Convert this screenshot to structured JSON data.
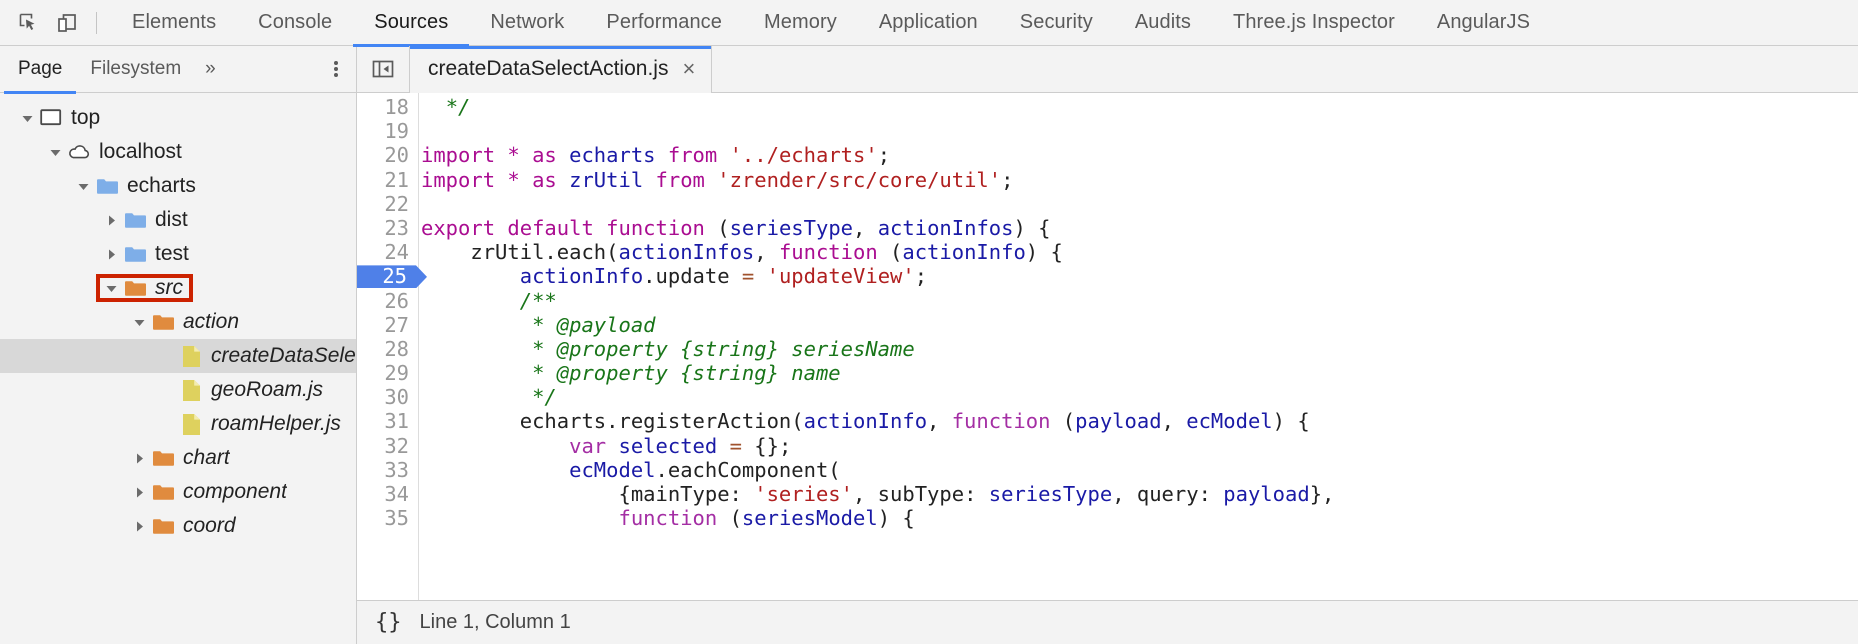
{
  "toolbar": {
    "inspect_icon": "inspect-cursor-icon",
    "device_icon": "device-toolbar-icon",
    "tabs": [
      {
        "label": "Elements",
        "active": false
      },
      {
        "label": "Console",
        "active": false
      },
      {
        "label": "Sources",
        "active": true
      },
      {
        "label": "Network",
        "active": false
      },
      {
        "label": "Performance",
        "active": false
      },
      {
        "label": "Memory",
        "active": false
      },
      {
        "label": "Application",
        "active": false
      },
      {
        "label": "Security",
        "active": false
      },
      {
        "label": "Audits",
        "active": false
      },
      {
        "label": "Three.js Inspector",
        "active": false
      },
      {
        "label": "AngularJS",
        "active": false
      }
    ]
  },
  "navigator": {
    "tabs": [
      {
        "label": "Page",
        "active": true
      },
      {
        "label": "Filesystem",
        "active": false
      }
    ],
    "more_label": "»",
    "kebab_icon": "more-options-icon",
    "tree": [
      {
        "label": "top",
        "depth": 0,
        "icon": "frame-icon",
        "twist": "open",
        "italic": false,
        "selected": false,
        "highlight": false
      },
      {
        "label": "localhost",
        "depth": 1,
        "icon": "cloud-icon",
        "twist": "open",
        "italic": false,
        "selected": false,
        "highlight": false
      },
      {
        "label": "echarts",
        "depth": 2,
        "icon": "folder-blue-icon",
        "twist": "open",
        "italic": false,
        "selected": false,
        "highlight": false
      },
      {
        "label": "dist",
        "depth": 3,
        "icon": "folder-blue-icon",
        "twist": "closed",
        "italic": false,
        "selected": false,
        "highlight": false
      },
      {
        "label": "test",
        "depth": 3,
        "icon": "folder-blue-icon",
        "twist": "closed",
        "italic": false,
        "selected": false,
        "highlight": false
      },
      {
        "label": "src",
        "depth": 3,
        "icon": "folder-orange-icon",
        "twist": "open",
        "italic": true,
        "selected": false,
        "highlight": true
      },
      {
        "label": "action",
        "depth": 4,
        "icon": "folder-orange-icon",
        "twist": "open",
        "italic": true,
        "selected": false,
        "highlight": false
      },
      {
        "label": "createDataSelectAction.js",
        "depth": 5,
        "icon": "file-js-icon",
        "twist": "none",
        "italic": true,
        "selected": true,
        "highlight": false
      },
      {
        "label": "geoRoam.js",
        "depth": 5,
        "icon": "file-js-icon",
        "twist": "none",
        "italic": true,
        "selected": false,
        "highlight": false
      },
      {
        "label": "roamHelper.js",
        "depth": 5,
        "icon": "file-js-icon",
        "twist": "none",
        "italic": true,
        "selected": false,
        "highlight": false
      },
      {
        "label": "chart",
        "depth": 4,
        "icon": "folder-orange-icon",
        "twist": "closed",
        "italic": true,
        "selected": false,
        "highlight": false
      },
      {
        "label": "component",
        "depth": 4,
        "icon": "folder-orange-icon",
        "twist": "closed",
        "italic": true,
        "selected": false,
        "highlight": false
      },
      {
        "label": "coord",
        "depth": 4,
        "icon": "folder-orange-icon",
        "twist": "closed",
        "italic": true,
        "selected": false,
        "highlight": false
      }
    ]
  },
  "editor": {
    "panel_icon": "show-navigator-panel-icon",
    "tab_filename": "createDataSelectAction.js",
    "close_label": "×",
    "breakpoint_line": 25,
    "first_line_number": 18,
    "lines": [
      {
        "n": 18,
        "tokens": [
          {
            "t": "  ",
            "c": "plain"
          },
          {
            "t": "*/",
            "c": "cmt"
          }
        ]
      },
      {
        "n": 19,
        "tokens": []
      },
      {
        "n": 20,
        "tokens": [
          {
            "t": "import",
            "c": "kw"
          },
          {
            "t": " ",
            "c": "plain"
          },
          {
            "t": "*",
            "c": "kw"
          },
          {
            "t": " ",
            "c": "plain"
          },
          {
            "t": "as",
            "c": "kw"
          },
          {
            "t": " ",
            "c": "plain"
          },
          {
            "t": "echarts",
            "c": "var"
          },
          {
            "t": " ",
            "c": "plain"
          },
          {
            "t": "from",
            "c": "kw"
          },
          {
            "t": " ",
            "c": "plain"
          },
          {
            "t": "'../echarts'",
            "c": "str"
          },
          {
            "t": ";",
            "c": "plain"
          }
        ]
      },
      {
        "n": 21,
        "tokens": [
          {
            "t": "import",
            "c": "kw"
          },
          {
            "t": " ",
            "c": "plain"
          },
          {
            "t": "*",
            "c": "kw"
          },
          {
            "t": " ",
            "c": "plain"
          },
          {
            "t": "as",
            "c": "kw"
          },
          {
            "t": " ",
            "c": "plain"
          },
          {
            "t": "zrUtil",
            "c": "var"
          },
          {
            "t": " ",
            "c": "plain"
          },
          {
            "t": "from",
            "c": "kw"
          },
          {
            "t": " ",
            "c": "plain"
          },
          {
            "t": "'zrender/src/core/util'",
            "c": "str"
          },
          {
            "t": ";",
            "c": "plain"
          }
        ]
      },
      {
        "n": 22,
        "tokens": []
      },
      {
        "n": 23,
        "tokens": [
          {
            "t": "export",
            "c": "kw"
          },
          {
            "t": " ",
            "c": "plain"
          },
          {
            "t": "default",
            "c": "kw"
          },
          {
            "t": " ",
            "c": "plain"
          },
          {
            "t": "function",
            "c": "kw"
          },
          {
            "t": " (",
            "c": "plain"
          },
          {
            "t": "seriesType",
            "c": "var"
          },
          {
            "t": ", ",
            "c": "plain"
          },
          {
            "t": "actionInfos",
            "c": "var"
          },
          {
            "t": ") {",
            "c": "plain"
          }
        ]
      },
      {
        "n": 24,
        "tokens": [
          {
            "t": "    zrUtil.each(",
            "c": "plain"
          },
          {
            "t": "actionInfos",
            "c": "var"
          },
          {
            "t": ", ",
            "c": "plain"
          },
          {
            "t": "function",
            "c": "kw"
          },
          {
            "t": " (",
            "c": "plain"
          },
          {
            "t": "actionInfo",
            "c": "var"
          },
          {
            "t": ") {",
            "c": "plain"
          }
        ]
      },
      {
        "n": 25,
        "tokens": [
          {
            "t": "        ",
            "c": "plain"
          },
          {
            "t": "actionInfo",
            "c": "var"
          },
          {
            "t": ".update ",
            "c": "plain"
          },
          {
            "t": "=",
            "c": "op"
          },
          {
            "t": " ",
            "c": "plain"
          },
          {
            "t": "'updateView'",
            "c": "str"
          },
          {
            "t": ";",
            "c": "plain"
          }
        ]
      },
      {
        "n": 26,
        "tokens": [
          {
            "t": "        /**",
            "c": "cmt"
          }
        ]
      },
      {
        "n": 27,
        "tokens": [
          {
            "t": "         * @payload",
            "c": "cmt"
          }
        ]
      },
      {
        "n": 28,
        "tokens": [
          {
            "t": "         * @property {string} seriesName",
            "c": "cmt"
          }
        ]
      },
      {
        "n": 29,
        "tokens": [
          {
            "t": "         * @property {string} name",
            "c": "cmt"
          }
        ]
      },
      {
        "n": 30,
        "tokens": [
          {
            "t": "         */",
            "c": "cmt"
          }
        ]
      },
      {
        "n": 31,
        "tokens": [
          {
            "t": "        echarts.registerAction(",
            "c": "plain"
          },
          {
            "t": "actionInfo",
            "c": "var"
          },
          {
            "t": ", ",
            "c": "plain"
          },
          {
            "t": "function",
            "c": "kw2"
          },
          {
            "t": " (",
            "c": "plain"
          },
          {
            "t": "payload",
            "c": "var"
          },
          {
            "t": ", ",
            "c": "plain"
          },
          {
            "t": "ecModel",
            "c": "var"
          },
          {
            "t": ") {",
            "c": "plain"
          }
        ]
      },
      {
        "n": 32,
        "tokens": [
          {
            "t": "            ",
            "c": "plain"
          },
          {
            "t": "var",
            "c": "kw2"
          },
          {
            "t": " ",
            "c": "plain"
          },
          {
            "t": "selected",
            "c": "var"
          },
          {
            "t": " ",
            "c": "plain"
          },
          {
            "t": "=",
            "c": "op"
          },
          {
            "t": " {};",
            "c": "plain"
          }
        ]
      },
      {
        "n": 33,
        "tokens": [
          {
            "t": "            ",
            "c": "plain"
          },
          {
            "t": "ecModel",
            "c": "var"
          },
          {
            "t": ".eachComponent(",
            "c": "plain"
          }
        ]
      },
      {
        "n": 34,
        "tokens": [
          {
            "t": "                {mainType: ",
            "c": "plain"
          },
          {
            "t": "'series'",
            "c": "str"
          },
          {
            "t": ", subType: ",
            "c": "plain"
          },
          {
            "t": "seriesType",
            "c": "var"
          },
          {
            "t": ", query: ",
            "c": "plain"
          },
          {
            "t": "payload",
            "c": "var"
          },
          {
            "t": "},",
            "c": "plain"
          }
        ]
      },
      {
        "n": 35,
        "tokens": [
          {
            "t": "                ",
            "c": "plain"
          },
          {
            "t": "function",
            "c": "kw2"
          },
          {
            "t": " (",
            "c": "plain"
          },
          {
            "t": "seriesModel",
            "c": "var"
          },
          {
            "t": ") {",
            "c": "plain"
          }
        ]
      }
    ]
  },
  "status": {
    "format_icon": "{}",
    "cursor_position": "Line 1, Column 1"
  },
  "colors": {
    "accent": "#4285f4",
    "highlight_box": "#cc2200",
    "folder_blue": "#7eaee8",
    "folder_orange": "#e08b3e",
    "file_yellow": "#ded15e",
    "breakpoint": "#4f80e8"
  }
}
